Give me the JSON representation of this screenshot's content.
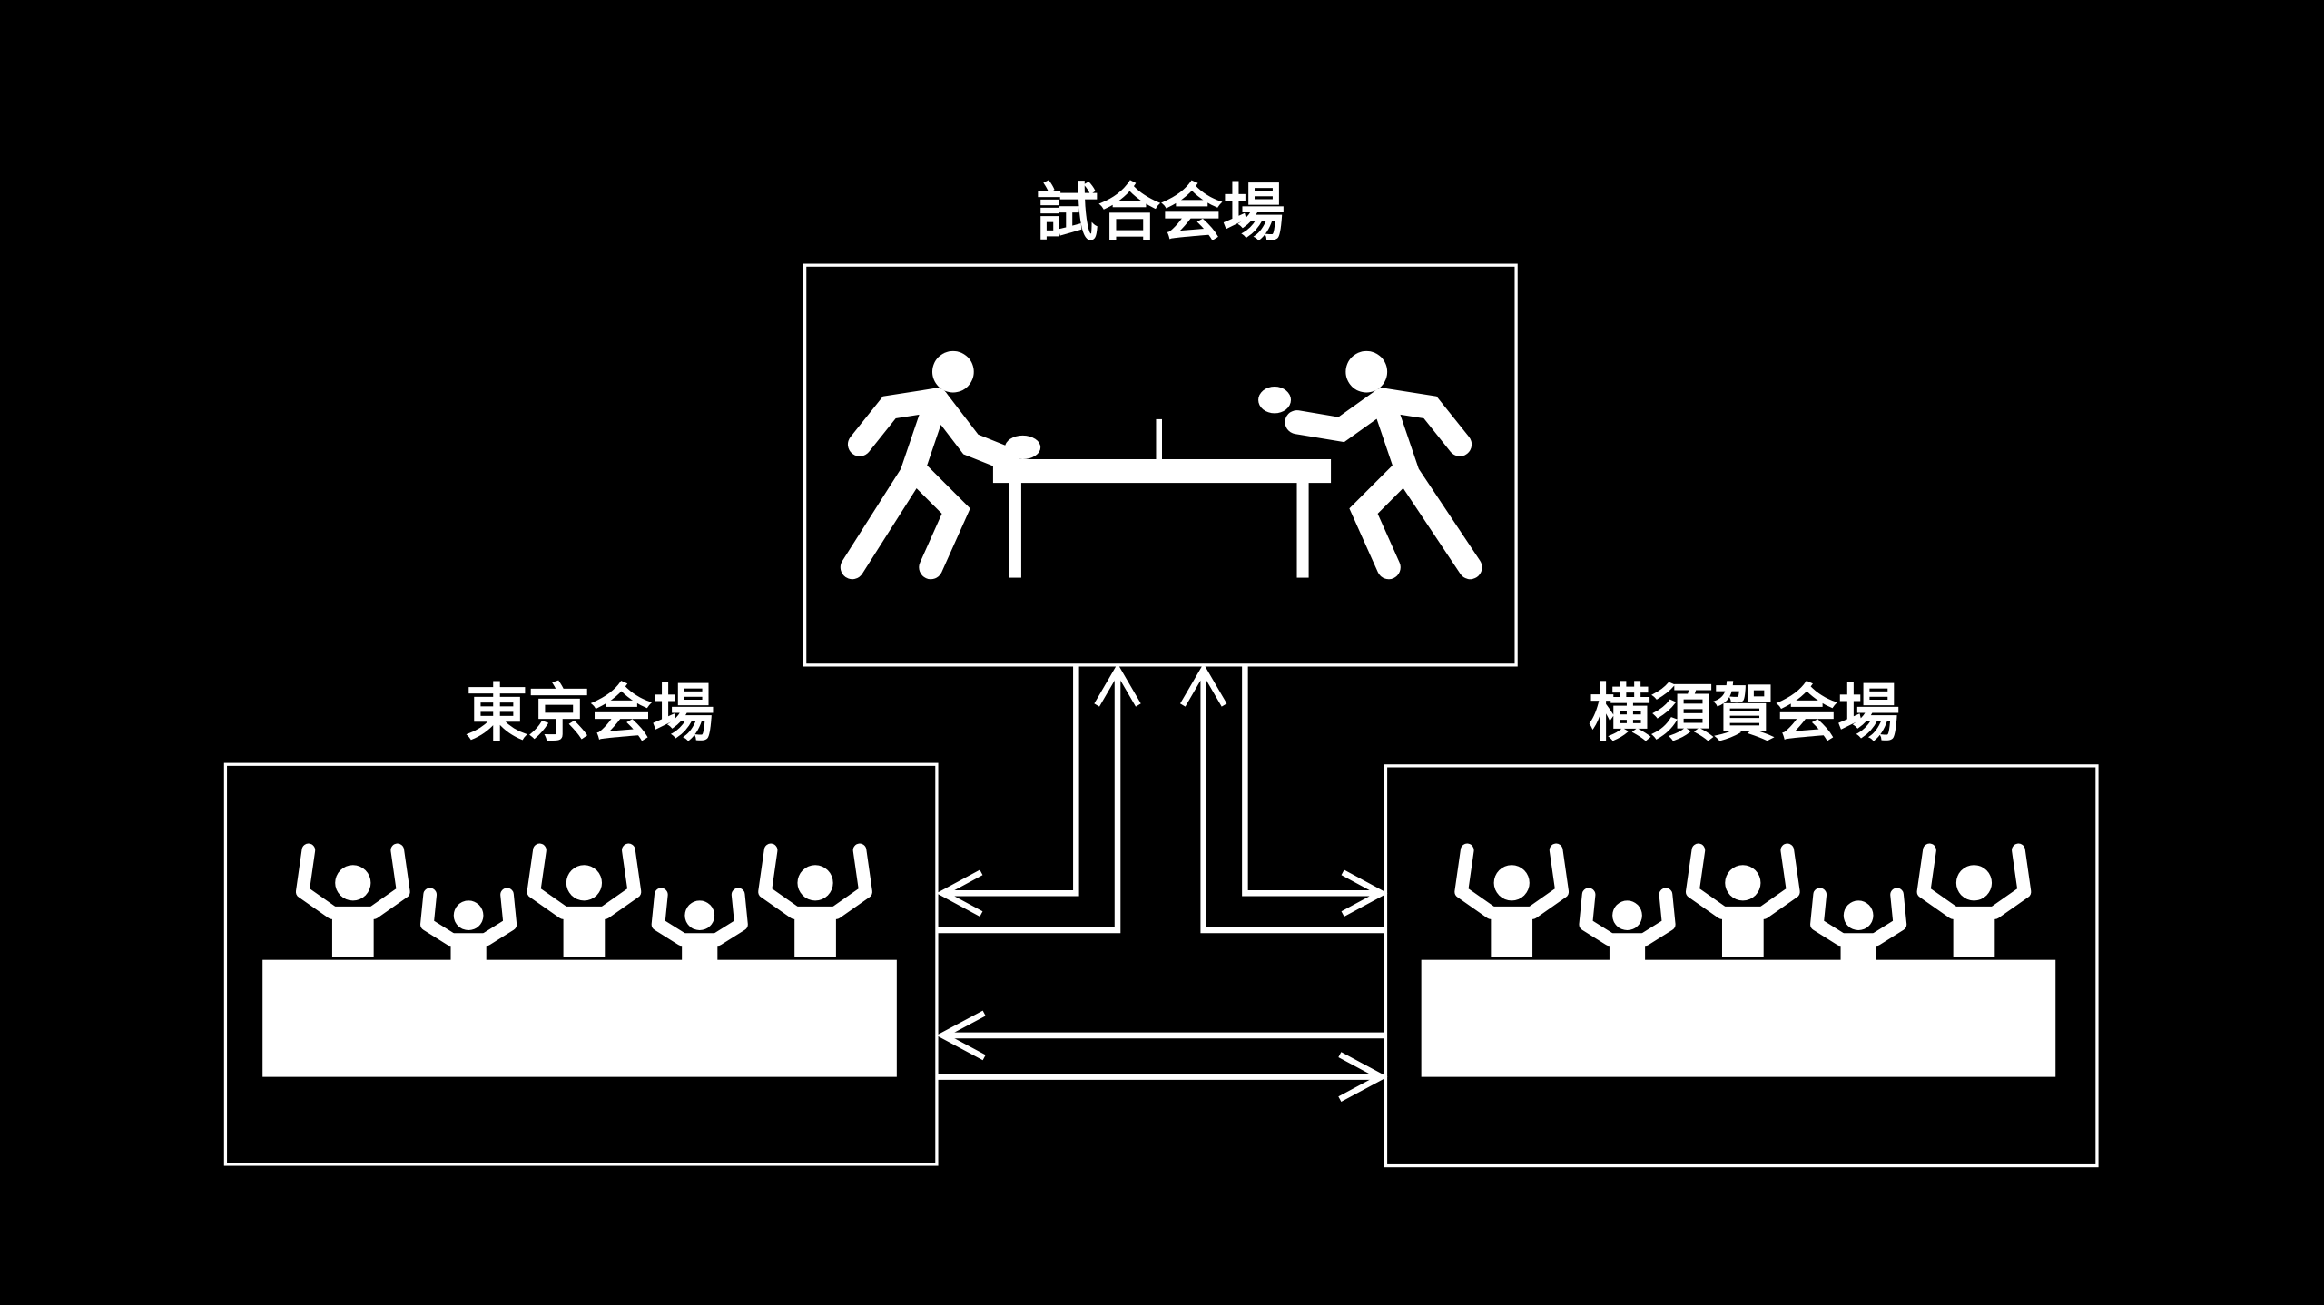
{
  "venues": {
    "match": {
      "label": "試合会場",
      "icon": "table-tennis-players-icon"
    },
    "tokyo": {
      "label": "東京会場",
      "icon": "audience-icon"
    },
    "yokosuka": {
      "label": "横須賀会場",
      "icon": "audience-icon"
    }
  },
  "colors": {
    "background": "#000000",
    "foreground": "#ffffff"
  }
}
